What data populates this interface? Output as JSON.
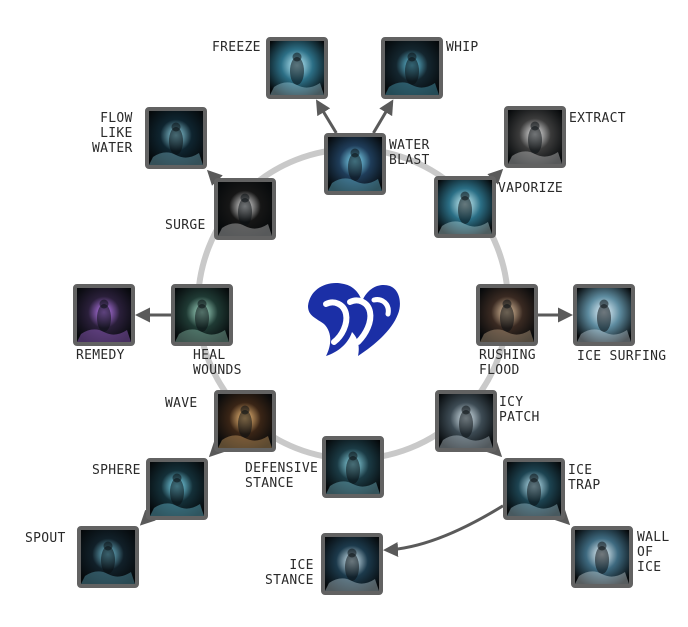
{
  "colors": {
    "ring": "#c9c9c9",
    "arrow": "#5a5a5a",
    "border": "#626262",
    "emblem": "#1b2fa6"
  },
  "emblem": {
    "icon": "water-drop-heart-icon"
  },
  "nodes": [
    {
      "id": "water-blast",
      "label": "WATER\nBLAST",
      "tint": "#1f3d5a",
      "glow": "#7fe3ff"
    },
    {
      "id": "freeze",
      "label": "FREEZE",
      "tint": "#2c6f86",
      "glow": "#bff2ff"
    },
    {
      "id": "whip",
      "label": "WHIP",
      "tint": "#14262f",
      "glow": "#5fc8e6"
    },
    {
      "id": "vaporize",
      "label": "VAPORIZE",
      "tint": "#2b6f86",
      "glow": "#d6fbff"
    },
    {
      "id": "extract",
      "label": "EXTRACT",
      "tint": "#3b3b3b",
      "glow": "#f1f1f1"
    },
    {
      "id": "surge",
      "label": "SURGE",
      "tint": "#161616",
      "glow": "#f0f0f0"
    },
    {
      "id": "flow-like-water",
      "label": "FLOW\nLIKE\nWATER",
      "tint": "#0f2530",
      "glow": "#8fd8ea"
    },
    {
      "id": "heal-wounds",
      "label": "HEAL\nWOUNDS",
      "tint": "#1f3a34",
      "glow": "#a9e6cf"
    },
    {
      "id": "remedy",
      "label": "REMEDY",
      "tint": "#2a1f3a",
      "glow": "#c27bff"
    },
    {
      "id": "rushing-flood",
      "label": "RUSHING\nFLOOD",
      "tint": "#3a2a22",
      "glow": "#e9c9a3"
    },
    {
      "id": "ice-surfing",
      "label": "ICE SURFING",
      "tint": "#5e8ca0",
      "glow": "#e9f7ff"
    },
    {
      "id": "wave",
      "label": "WAVE",
      "tint": "#3a2516",
      "glow": "#ffc67a"
    },
    {
      "id": "sphere",
      "label": "SPHERE",
      "tint": "#143039",
      "glow": "#7fe6ff"
    },
    {
      "id": "spout",
      "label": "SPOUT",
      "tint": "#112029",
      "glow": "#6fc2d9"
    },
    {
      "id": "defensive-stance",
      "label": "DEFENSIVE\nSTANCE",
      "tint": "#1b3b45",
      "glow": "#8ee0f0"
    },
    {
      "id": "icy-patch",
      "label": "ICY\nPATCH",
      "tint": "#3d4b54",
      "glow": "#e2f2fa"
    },
    {
      "id": "ice-trap",
      "label": "ICE\nTRAP",
      "tint": "#1d4452",
      "glow": "#c5f1ff"
    },
    {
      "id": "wall-of-ice",
      "label": "WALL\nOF\nICE",
      "tint": "#3e6a80",
      "glow": "#f2fbff"
    },
    {
      "id": "ice-stance",
      "label": "ICE\nSTANCE",
      "tint": "#1c3a4c",
      "glow": "#dff6ff"
    }
  ],
  "edges": [
    {
      "from": "water-blast",
      "to": "freeze"
    },
    {
      "from": "water-blast",
      "to": "whip"
    },
    {
      "from": "vaporize",
      "to": "extract"
    },
    {
      "from": "surge",
      "to": "flow-like-water"
    },
    {
      "from": "heal-wounds",
      "to": "remedy"
    },
    {
      "from": "rushing-flood",
      "to": "ice-surfing"
    },
    {
      "from": "wave",
      "to": "sphere"
    },
    {
      "from": "sphere",
      "to": "spout"
    },
    {
      "from": "icy-patch",
      "to": "ice-trap"
    },
    {
      "from": "ice-trap",
      "to": "wall-of-ice"
    },
    {
      "from": "ice-trap",
      "to": "ice-stance"
    }
  ]
}
